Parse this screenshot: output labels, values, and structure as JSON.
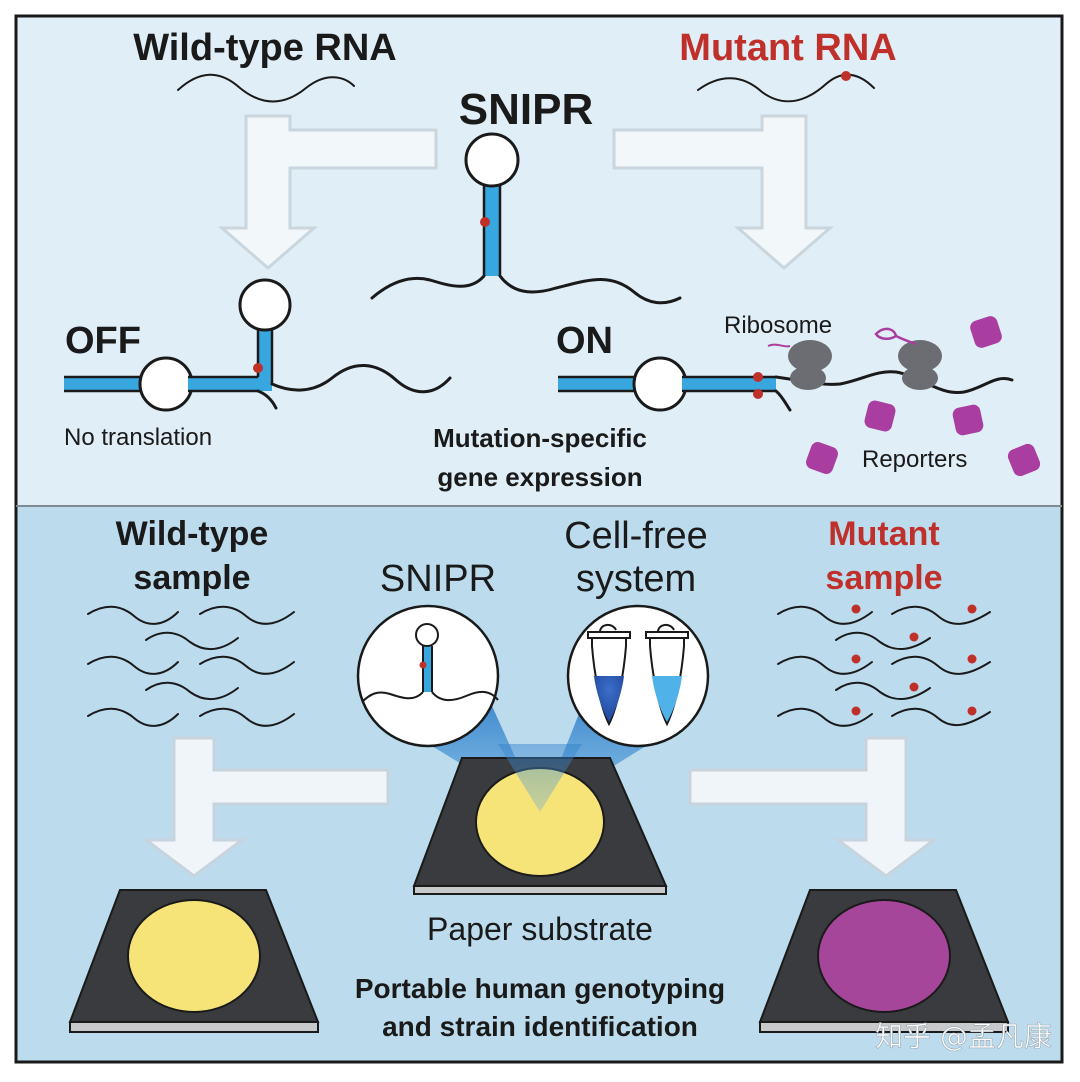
{
  "top": {
    "wildtype_title": "Wild-type RNA",
    "mutant_title": "Mutant RNA",
    "snipr_title": "SNIPR",
    "off_label": "OFF",
    "on_label": "ON",
    "no_translation": "No translation",
    "ribosome_label": "Ribosome",
    "reporters_label": "Reporters",
    "caption_line1": "Mutation-specific",
    "caption_line2": "gene expression"
  },
  "bottom": {
    "wildtype_sample_line1": "Wild-type",
    "wildtype_sample_line2": "sample",
    "snipr_label": "SNIPR",
    "cellfree_line1": "Cell-free",
    "cellfree_line2": "system",
    "mutant_sample_line1": "Mutant",
    "mutant_sample_line2": "sample",
    "paper_substrate": "Paper substrate",
    "caption_line1": "Portable human genotyping",
    "caption_line2": "and strain identification"
  },
  "watermark": "知乎 @孟凡康",
  "colors": {
    "top_panel": "#dfeef7",
    "bottom_panel": "#bcdcee",
    "accent_red": "#c0302a",
    "rna_blue": "#39a7df",
    "reporter_purple": "#a93ea0",
    "pad_yellow": "#f7e479"
  }
}
